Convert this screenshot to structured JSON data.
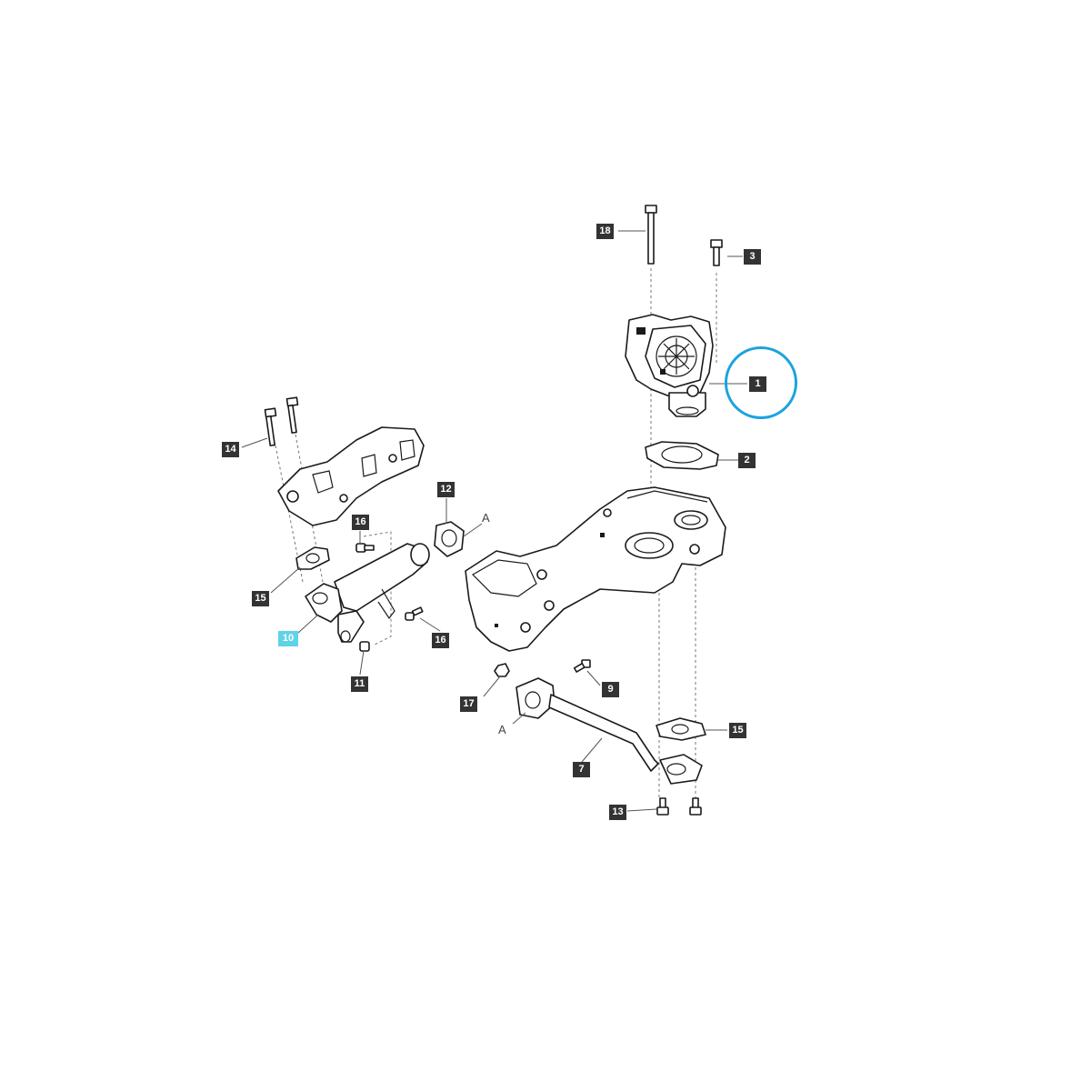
{
  "colors": {
    "callout_bg": "#333333",
    "callout_text": "#ffffff",
    "highlight_bg": "#5fd3e8",
    "highlight_ring": "#1aa3e0",
    "line": "#1a1a1a"
  },
  "callouts": [
    {
      "id": "1",
      "label": "1"
    },
    {
      "id": "2",
      "label": "2"
    },
    {
      "id": "3",
      "label": "3"
    },
    {
      "id": "7",
      "label": "7"
    },
    {
      "id": "9",
      "label": "9"
    },
    {
      "id": "10",
      "label": "10",
      "highlighted": true
    },
    {
      "id": "11",
      "label": "11"
    },
    {
      "id": "12",
      "label": "12"
    },
    {
      "id": "13",
      "label": "13"
    },
    {
      "id": "14",
      "label": "14"
    },
    {
      "id": "15a",
      "label": "15"
    },
    {
      "id": "15b",
      "label": "15"
    },
    {
      "id": "16a",
      "label": "16"
    },
    {
      "id": "16b",
      "label": "16"
    },
    {
      "id": "17",
      "label": "17"
    },
    {
      "id": "18",
      "label": "18"
    }
  ],
  "references": [
    {
      "id": "ref-upper",
      "label": "A"
    },
    {
      "id": "ref-lower",
      "label": "A"
    }
  ]
}
